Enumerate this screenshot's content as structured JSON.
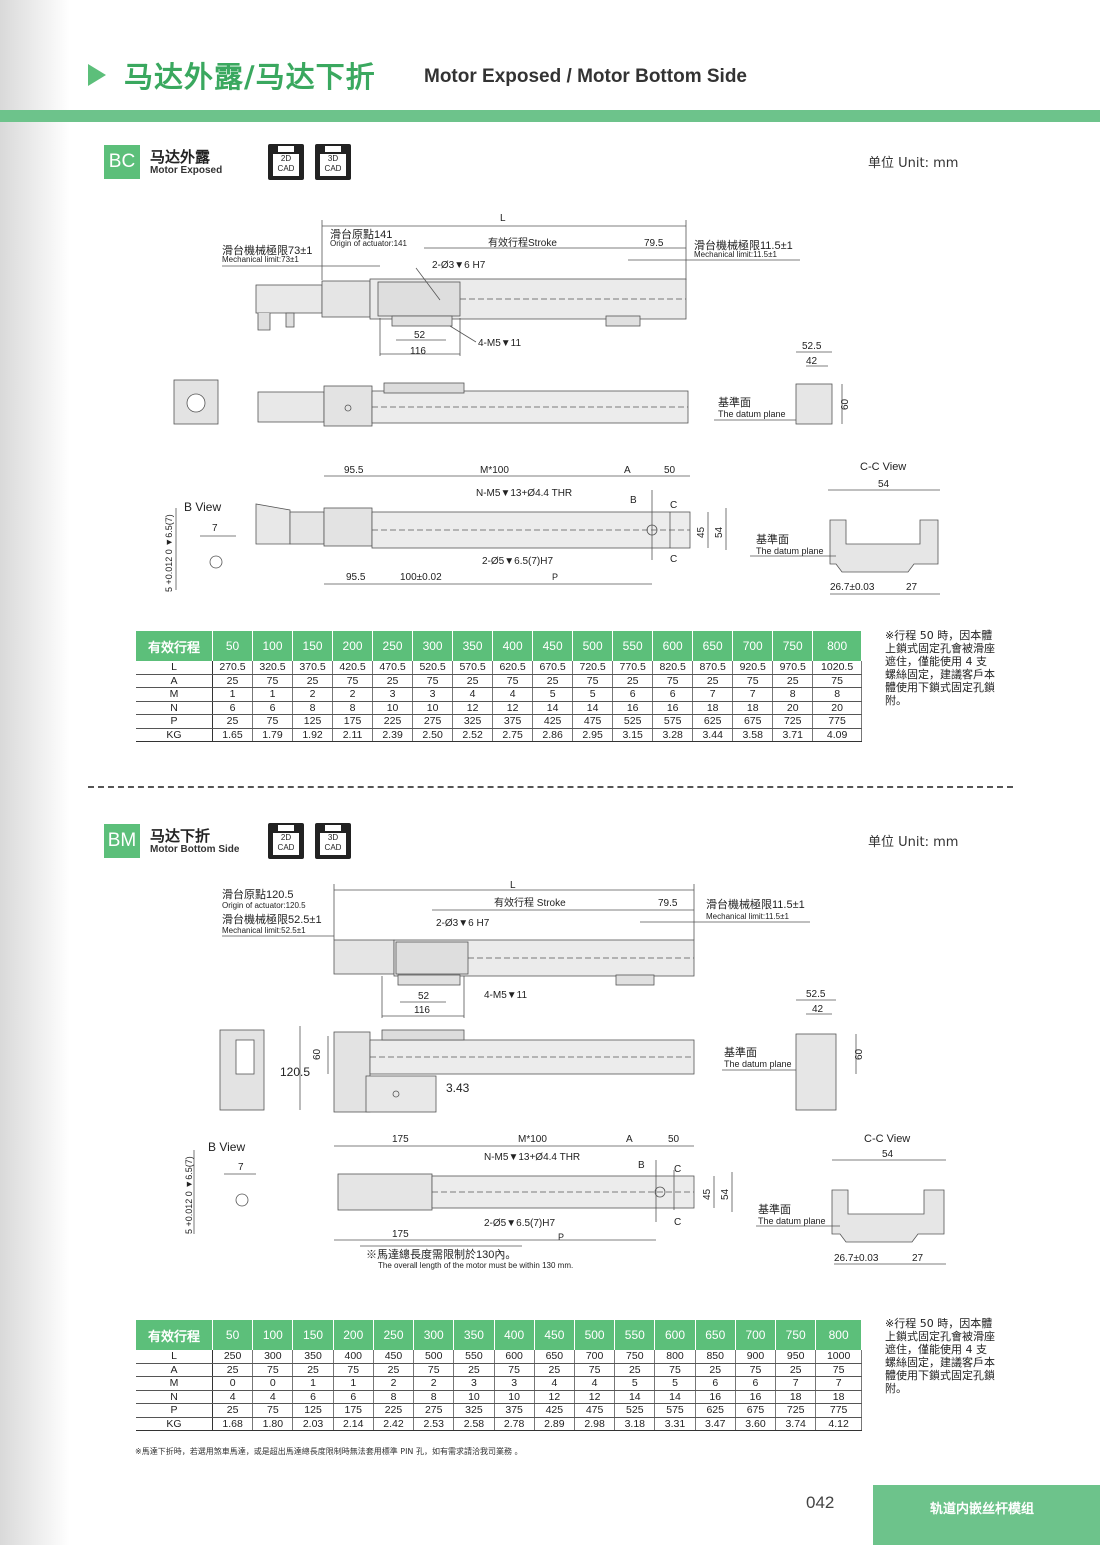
{
  "header": {
    "title_cn": "马达外露/马达下折",
    "title_en": "Motor Exposed / Motor Bottom Side"
  },
  "section_bc": {
    "badge": "BC",
    "title_cn": "马达外露",
    "title_en": "Motor Exposed",
    "cad_2d": [
      "2D",
      "CAD"
    ],
    "cad_3d": [
      "3D",
      "CAD"
    ],
    "unit": "单位 Unit: mm",
    "drawing": {
      "L": "L",
      "origin_cn": "滑台原點141",
      "origin_en": "Origin of actuator:141",
      "stroke": "有效行程Stroke",
      "d795": "79.5",
      "mech_left_cn": "滑台機械極限73±1",
      "mech_left_en": "Mechanical limit:73±1",
      "mech_right_cn": "滑台機械極限11.5±1",
      "mech_right_en": "Mechanical limit:11.5±1",
      "pin": "2-Ø3▼6 H7",
      "d52": "52",
      "d116": "116",
      "m5": "4-M5▼11",
      "d525": "52.5",
      "d42": "42",
      "d60": "60",
      "datum_cn": "基準面",
      "datum_en": "The datum plane",
      "d955": "95.5",
      "m100": "M*100",
      "A": "A",
      "d50": "50",
      "nm5": "N-M5▼13+Ø4.4 THR",
      "B": "B",
      "C": "C",
      "d45": "45",
      "d54": "54",
      "pin2": "2-Ø5▼6.5(7)H7",
      "d100": "100±0.02",
      "P": "P",
      "bview": "B View",
      "d7": "7",
      "tol": "5 +0.012 0 ▼6.5(7)",
      "ccview": "C-C View",
      "cc54": "54",
      "d267": "26.7±0.03",
      "d27": "27"
    },
    "table": {
      "header": [
        "有效行程",
        "50",
        "100",
        "150",
        "200",
        "250",
        "300",
        "350",
        "400",
        "450",
        "500",
        "550",
        "600",
        "650",
        "700",
        "750",
        "800"
      ],
      "rows": [
        [
          "L",
          "270.5",
          "320.5",
          "370.5",
          "420.5",
          "470.5",
          "520.5",
          "570.5",
          "620.5",
          "670.5",
          "720.5",
          "770.5",
          "820.5",
          "870.5",
          "920.5",
          "970.5",
          "1020.5"
        ],
        [
          "A",
          "25",
          "75",
          "25",
          "75",
          "25",
          "75",
          "25",
          "75",
          "25",
          "75",
          "25",
          "75",
          "25",
          "75",
          "25",
          "75"
        ],
        [
          "M",
          "1",
          "1",
          "2",
          "2",
          "3",
          "3",
          "4",
          "4",
          "5",
          "5",
          "6",
          "6",
          "7",
          "7",
          "8",
          "8"
        ],
        [
          "N",
          "6",
          "6",
          "8",
          "8",
          "10",
          "10",
          "12",
          "12",
          "14",
          "14",
          "16",
          "16",
          "18",
          "18",
          "20",
          "20"
        ],
        [
          "P",
          "25",
          "75",
          "125",
          "175",
          "225",
          "275",
          "325",
          "375",
          "425",
          "475",
          "525",
          "575",
          "625",
          "675",
          "725",
          "775"
        ],
        [
          "KG",
          "1.65",
          "1.79",
          "1.92",
          "2.11",
          "2.39",
          "2.50",
          "2.52",
          "2.75",
          "2.86",
          "2.95",
          "3.15",
          "3.28",
          "3.44",
          "3.58",
          "3.71",
          "4.09"
        ]
      ]
    },
    "note": "※行程 50 時，因本體上鎖式固定孔會被滑座遮住，僅能使用 4 支螺絲固定，建議客戶本體使用下鎖式固定孔鎖附。"
  },
  "section_bm": {
    "badge": "BM",
    "title_cn": "马达下折",
    "title_en": "Motor Bottom Side",
    "cad_2d": [
      "2D",
      "CAD"
    ],
    "cad_3d": [
      "3D",
      "CAD"
    ],
    "unit": "单位 Unit: mm",
    "drawing": {
      "L": "L",
      "origin_cn": "滑台原點120.5",
      "origin_en": "Origin of actuator:120.5",
      "stroke": "有效行程 Stroke",
      "d795": "79.5",
      "mech_left_cn": "滑台機械極限52.5±1",
      "mech_left_en": "Mechanical limit:52.5±1",
      "mech_right_cn": "滑台機械極限11.5±1",
      "mech_right_en": "Mechanical limit:11.5±1",
      "pin": "2-Ø3▼6 H7",
      "d52": "52",
      "d116": "116",
      "m5": "4-M5▼11",
      "d525": "52.5",
      "d42": "42",
      "d60": "60",
      "d1205": "120.5",
      "d343": "3.43",
      "datum_cn": "基準面",
      "datum_en": "The datum plane",
      "d175": "175",
      "m100": "M*100",
      "A": "A",
      "d50": "50",
      "nm5": "N-M5▼13+Ø4.4 THR",
      "B": "B",
      "C": "C",
      "d45": "45",
      "d54": "54",
      "pin2": "2-Ø5▼6.5(7)H7",
      "P": "P",
      "bview": "B View",
      "d7": "7",
      "tol": "5 +0.012 0 ▼6.5(7)",
      "ccview": "C-C View",
      "cc54": "54",
      "d267": "26.7±0.03",
      "d27": "27",
      "motor_note_cn": "※馬達總長度需限制於130內。",
      "motor_note_en": "The overall length of the motor must be within 130 mm."
    },
    "table": {
      "header": [
        "有效行程",
        "50",
        "100",
        "150",
        "200",
        "250",
        "300",
        "350",
        "400",
        "450",
        "500",
        "550",
        "600",
        "650",
        "700",
        "750",
        "800"
      ],
      "rows": [
        [
          "L",
          "250",
          "300",
          "350",
          "400",
          "450",
          "500",
          "550",
          "600",
          "650",
          "700",
          "750",
          "800",
          "850",
          "900",
          "950",
          "1000"
        ],
        [
          "A",
          "25",
          "75",
          "25",
          "75",
          "25",
          "75",
          "25",
          "75",
          "25",
          "75",
          "25",
          "75",
          "25",
          "75",
          "25",
          "75"
        ],
        [
          "M",
          "0",
          "0",
          "1",
          "1",
          "2",
          "2",
          "3",
          "3",
          "4",
          "4",
          "5",
          "5",
          "6",
          "6",
          "7",
          "7"
        ],
        [
          "N",
          "4",
          "4",
          "6",
          "6",
          "8",
          "8",
          "10",
          "10",
          "12",
          "12",
          "14",
          "14",
          "16",
          "16",
          "18",
          "18"
        ],
        [
          "P",
          "25",
          "75",
          "125",
          "175",
          "225",
          "275",
          "325",
          "375",
          "425",
          "475",
          "525",
          "575",
          "625",
          "675",
          "725",
          "775"
        ],
        [
          "KG",
          "1.68",
          "1.80",
          "2.03",
          "2.14",
          "2.42",
          "2.53",
          "2.58",
          "2.78",
          "2.89",
          "2.98",
          "3.18",
          "3.31",
          "3.47",
          "3.60",
          "3.74",
          "4.12"
        ]
      ]
    },
    "note": "※行程 50 時，因本體上鎖式固定孔會被滑座遮住，僅能使用 4 支螺絲固定，建議客戶本體使用下鎖式固定孔鎖附。"
  },
  "footer": {
    "note": "※馬達下折時，若選用煞車馬達，或是超出馬達總長度限制時無法套用標準 PIN 孔，如有需求請洽我司業務 。",
    "page": "042",
    "series": "轨道内嵌丝杆模组"
  }
}
